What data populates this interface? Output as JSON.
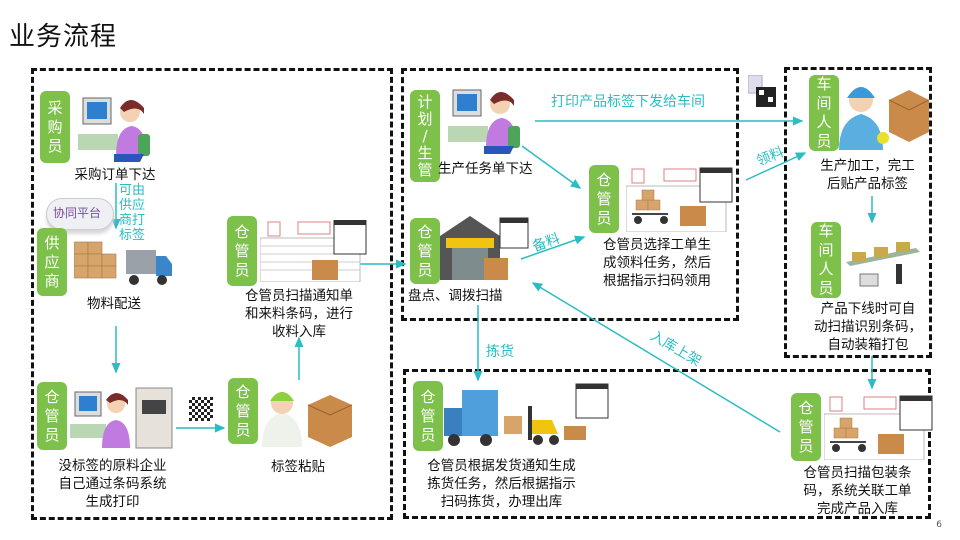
{
  "title": "业务流程",
  "page_number": "6",
  "colors": {
    "badge": "#7dc14b",
    "arrow": "#2bbcc4",
    "border": "#111111",
    "cloud_text": "#7a4ba0"
  },
  "badges": {
    "purchaser": "采\n购\n员",
    "supplier": "供\n应\n商",
    "wh_print": "仓\n管\n员",
    "wh_label": "仓\n管\n员",
    "wh_receive": "仓\n管\n员",
    "planner": "计\n划\n/\n生\n管",
    "wh_inventory": "仓\n管\n员",
    "wh_pick": "仓\n管\n员",
    "workshop1": "车\n间\n人\n员",
    "workshop2": "车\n间\n人\n员",
    "wh_ship": "仓\n管\n员",
    "wh_pack": "仓\n管\n员"
  },
  "captions": {
    "purchase_order": "采购订单下达",
    "delivery": "物料配送",
    "self_print": "没标签的原料企业\n自己通过条码系统\n生成打印",
    "label_paste": "标签粘贴",
    "receive": "仓管员扫描通知单\n和来料条码，进行\n收料入库",
    "production_task": "生产任务单下达",
    "inventory_scan": "盘点、调拨扫描",
    "pick_material": "仓管员选择工单生\n成领料任务，然后\n根据指示扫码领用",
    "produce": "生产加工，完工\n后贴产品标签",
    "auto_pack": "产品下线时可自\n动扫描识别条码，\n自动装箱打包",
    "ship": "仓管员根据发货通知生成\n拣货任务，然后根据指示\n扫码拣货，办理出库",
    "pack_in": "仓管员扫描包装条\n码，系统关联工单\n完成产品入库"
  },
  "cloud_label": "协同平台",
  "flow_labels": {
    "supplier_print": "可由\n供应\n商打\n标签",
    "print_labels": "打印产品标签下发给车间",
    "prepare": "备料",
    "receive_material": "领料",
    "picking": "拣货",
    "putaway": "入库上架"
  }
}
